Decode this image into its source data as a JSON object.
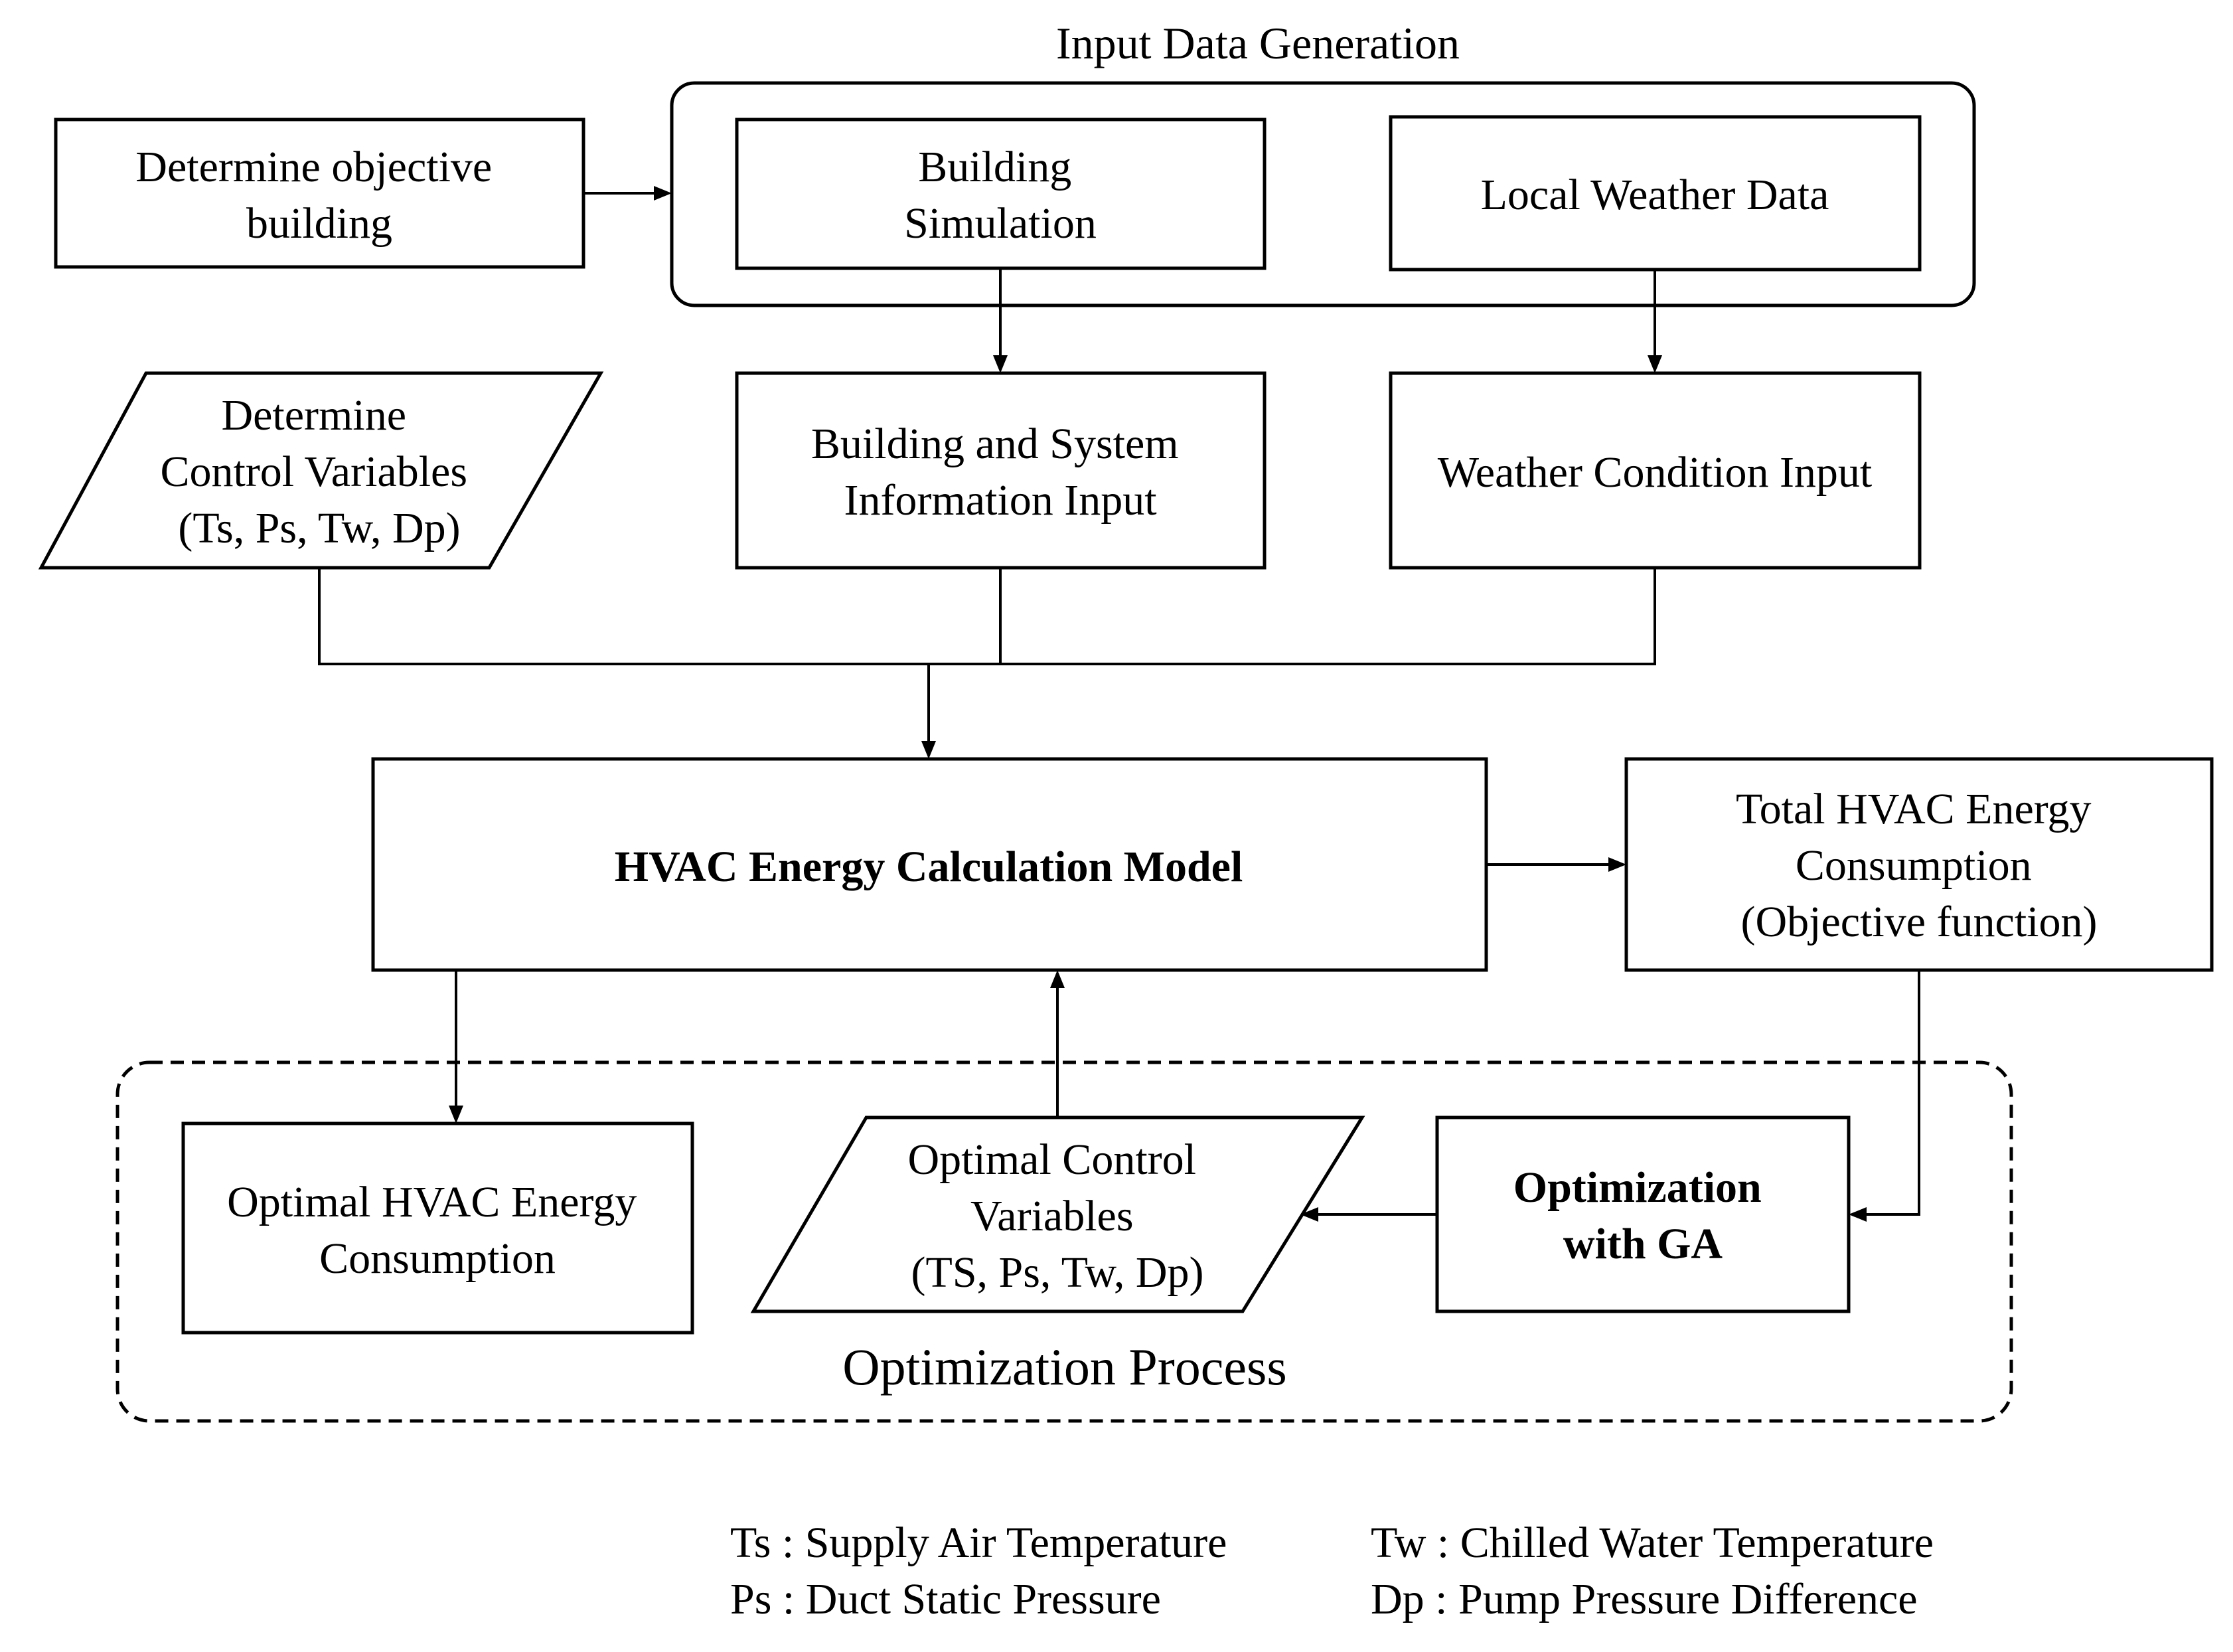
{
  "group_title": "Input Data Generation",
  "nodes": {
    "objective_building": {
      "lines": [
        "Determine objective",
        "building"
      ]
    },
    "building_simulation": {
      "lines": [
        "Building",
        "Simulation"
      ]
    },
    "local_weather": {
      "lines": [
        "Local Weather Data"
      ]
    },
    "control_variables": {
      "lines": [
        "Determine",
        "Control Variables",
        "(Ts, Ps, Tw, Dp)"
      ]
    },
    "building_system_input": {
      "lines": [
        "Building and System",
        "Information Input"
      ]
    },
    "weather_condition_input": {
      "lines": [
        "Weather Condition Input"
      ]
    },
    "hvac_model": {
      "lines": [
        "HVAC Energy Calculation Model"
      ]
    },
    "total_energy": {
      "lines": [
        "Total HVAC Energy",
        "Consumption",
        "(Objective function)"
      ]
    },
    "optimal_energy": {
      "lines": [
        "Optimal HVAC Energy",
        "Consumption"
      ]
    },
    "optimal_control_variables": {
      "lines": [
        "Optimal Control",
        "Variables",
        "(TS, Ps, Tw, Dp)"
      ]
    },
    "optimization_ga": {
      "lines": [
        "Optimization",
        "with GA"
      ]
    }
  },
  "process_label": "Optimization Process",
  "legend": {
    "ts": "Ts : Supply Air Temperature",
    "ps": "Ps : Duct Static Pressure",
    "tw": "Tw : Chilled Water Temperature",
    "dp": "Dp : Pump Pressure Difference"
  }
}
